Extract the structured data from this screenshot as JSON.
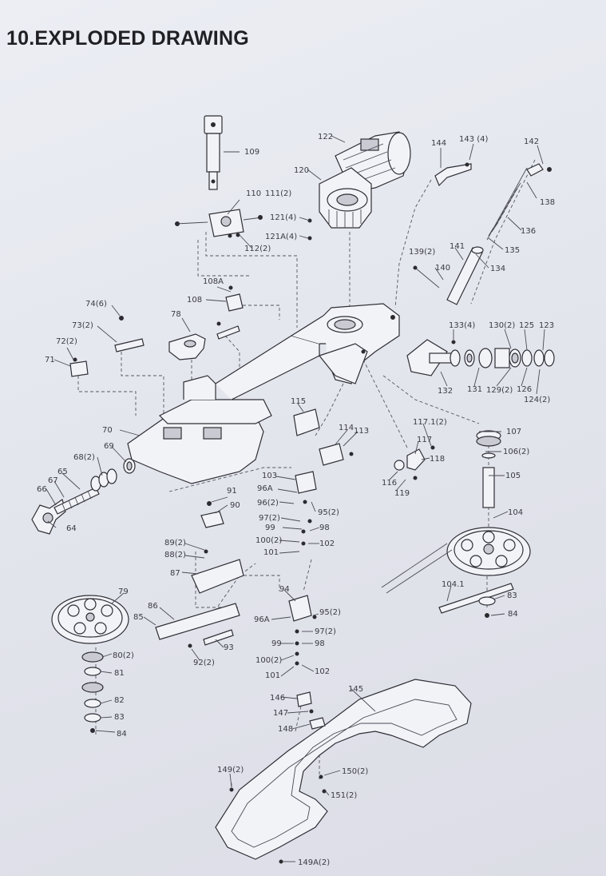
{
  "title": "10.EXPLODED DRAWING",
  "labels": {
    "l109": "109",
    "l122": "122",
    "l120": "120",
    "l110": "110",
    "l111": "111(2)",
    "l121": "121(4)",
    "l121a": "121A(4)",
    "l112": "112(2)",
    "l144": "144",
    "l143": "143 (4)",
    "l142": "142",
    "l138": "138",
    "l136": "136",
    "l135": "135",
    "l134": "134",
    "l139": "139(2)",
    "l141": "141",
    "l140": "140",
    "l108a": "108A",
    "l108": "108",
    "l74": "74(6)",
    "l73": "73(2)",
    "l78": "78",
    "l72": "72(2)",
    "l71": "71",
    "l133": "133(4)",
    "l130": "130(2)",
    "l125": "125",
    "l123": "123",
    "l132": "132",
    "l131": "131",
    "l129": "129(2)",
    "l126": "126",
    "l124": "124(2)",
    "l115": "115",
    "l117_1": "117.1(2)",
    "l107": "107",
    "l70": "70",
    "l114": "114",
    "l113": "113",
    "l117": "117",
    "l106": "106(2)",
    "l69": "69",
    "l118": "118",
    "l68": "68(2)",
    "l105": "105",
    "l116": "116",
    "l119": "119",
    "l103": "103",
    "l65": "65",
    "l67": "67",
    "l66": "66",
    "l96a": "96A",
    "l96": "96(2)",
    "l91": "91",
    "l90": "90",
    "l95": "95(2)",
    "l104": "104",
    "l97": "97(2)",
    "l99": "99",
    "l98": "98",
    "l64": "64",
    "l89": "89(2)",
    "l100": "100(2)",
    "l102": "102",
    "l88": "88(2)",
    "l101": "101",
    "l87": "87",
    "l104_1": "104.1",
    "l79": "79",
    "l94": "94",
    "l83": "83",
    "l86": "86",
    "l95b": "95(2)",
    "l84": "84",
    "l85": "85",
    "l96ab": "96A",
    "l97b": "97(2)",
    "l93": "93",
    "l99b": "99",
    "l98b": "98",
    "l80": "80(2)",
    "l92": "92(2)",
    "l100b": "100(2)",
    "l81": "81",
    "l101b": "101",
    "l102b": "102",
    "l145": "145",
    "l82": "82",
    "l146": "146",
    "l83b": "83",
    "l147": "147",
    "l84b": "84",
    "l148": "148",
    "l149": "149(2)",
    "l150": "150(2)",
    "l151": "151(2)",
    "l149a": "149A(2)"
  }
}
